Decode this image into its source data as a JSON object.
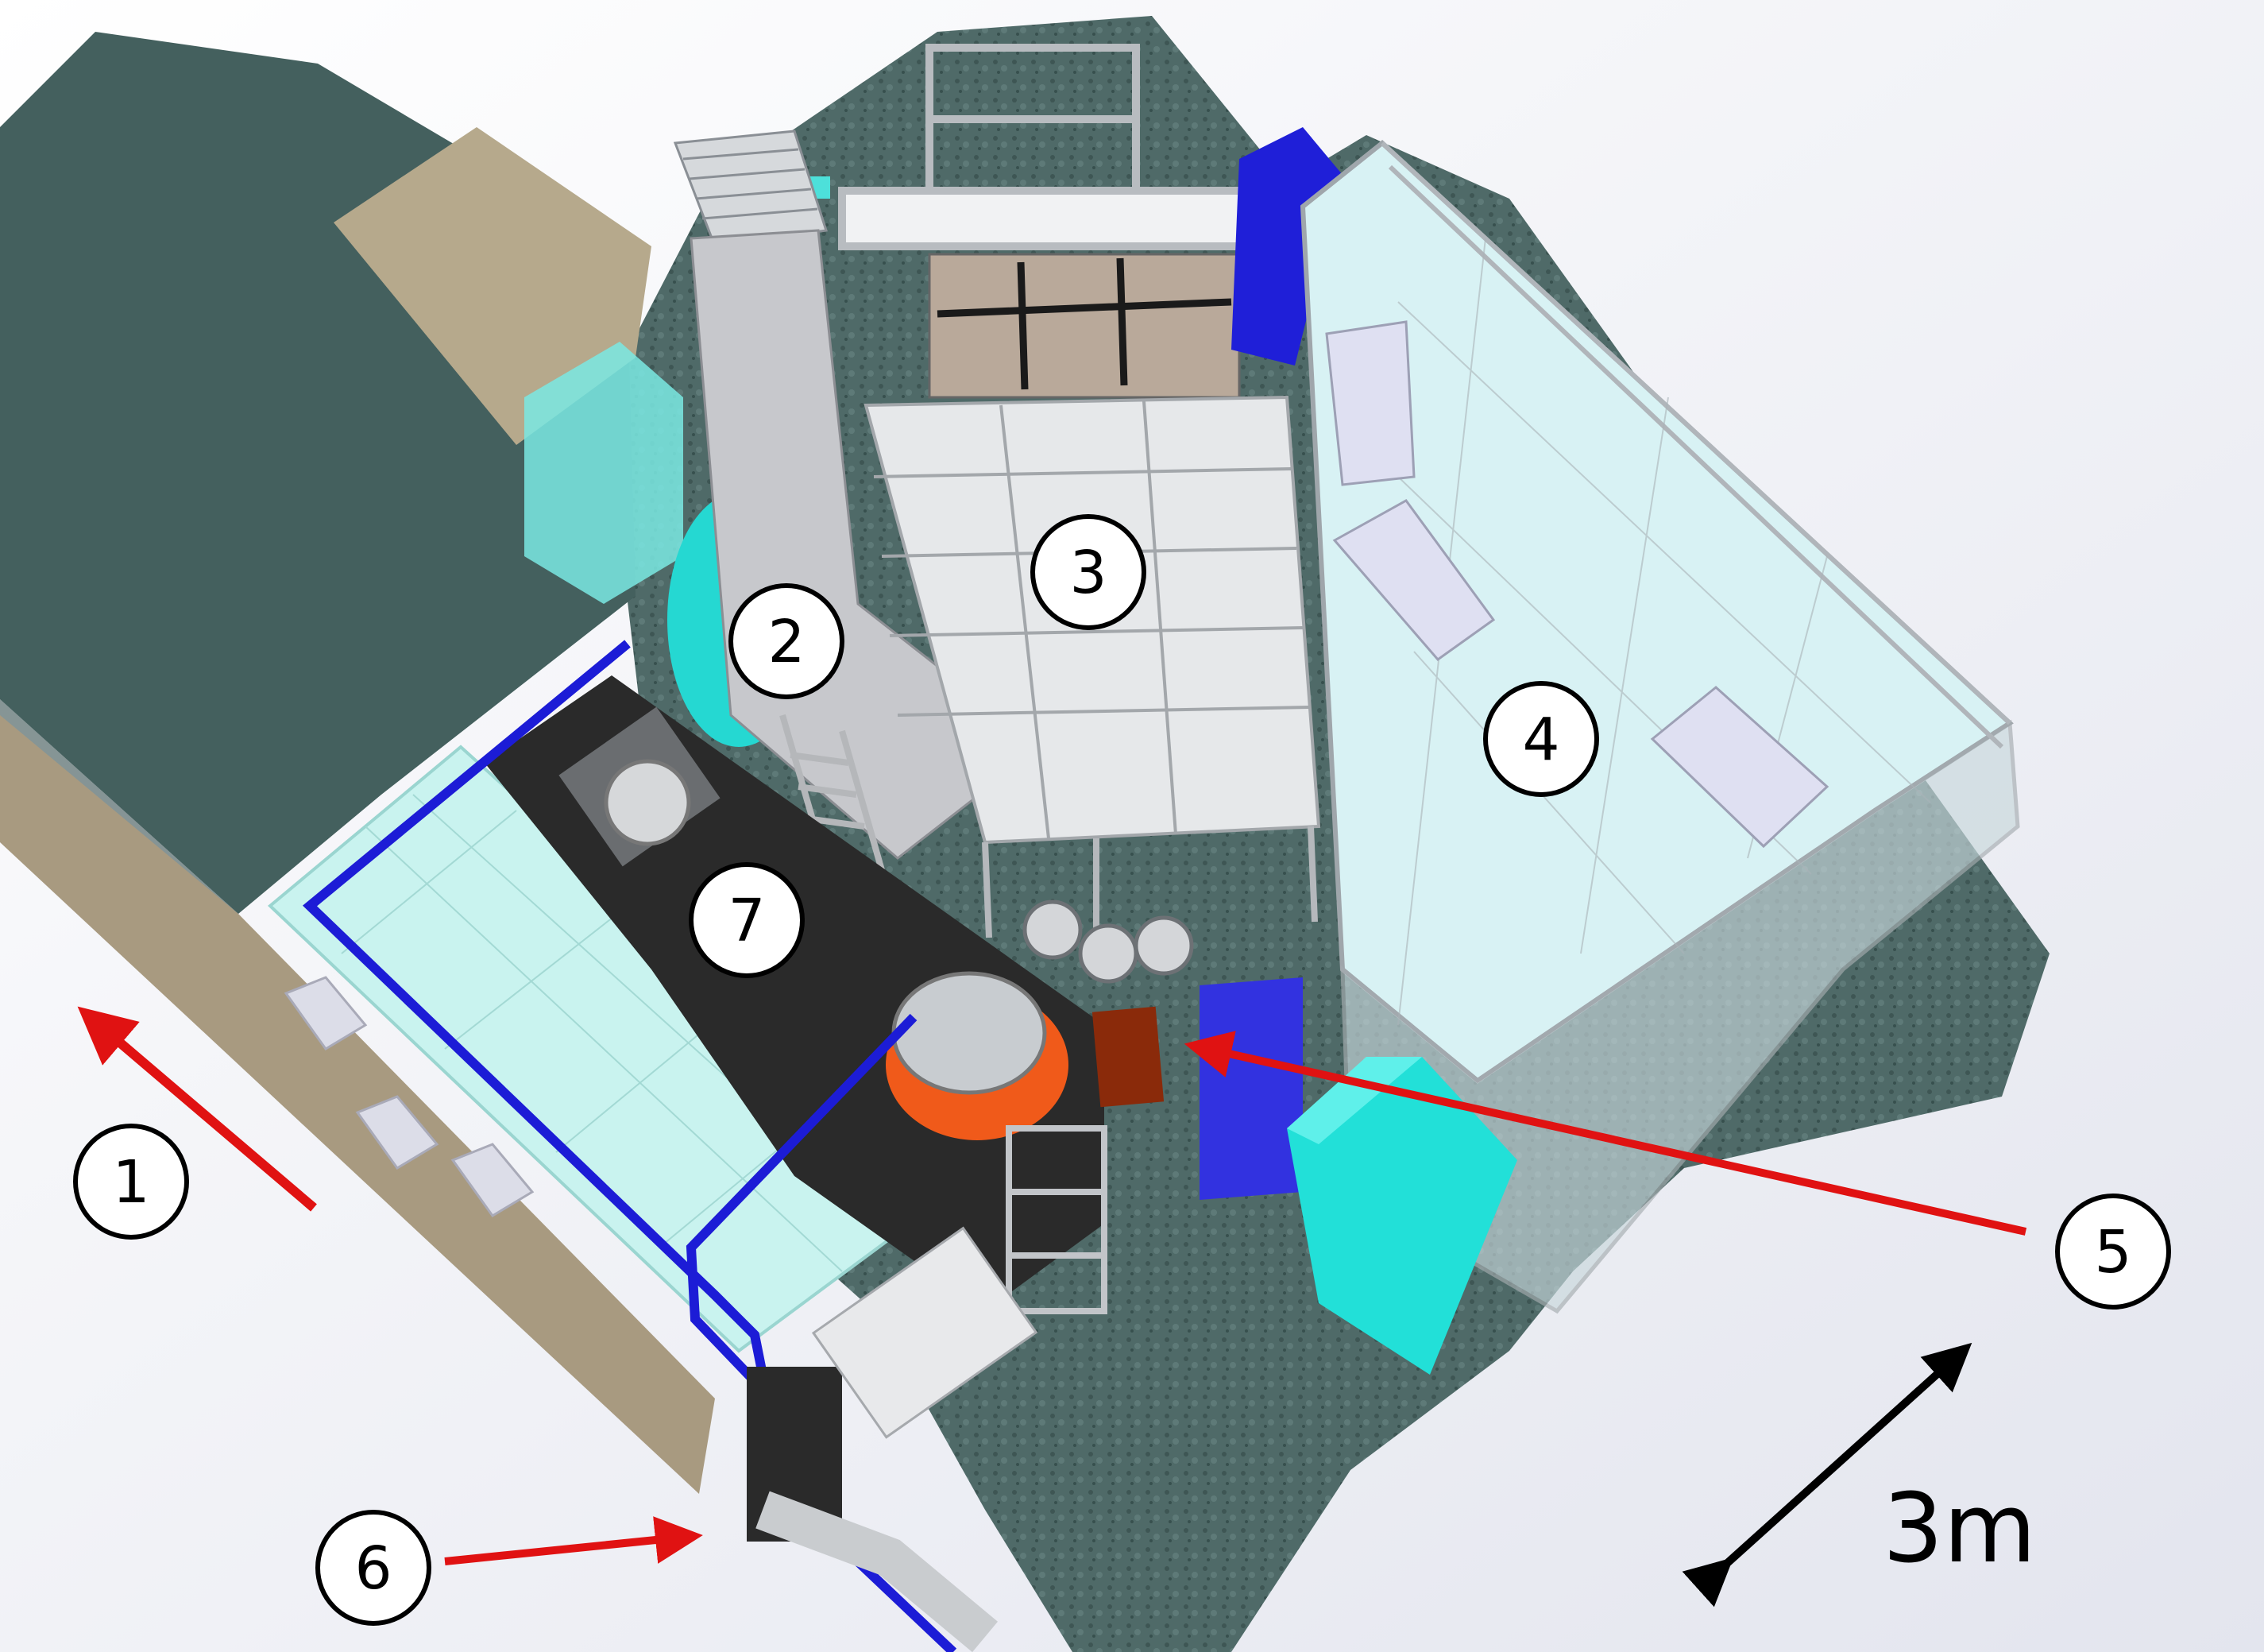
{
  "labels": [
    {
      "id": "1",
      "text": "1"
    },
    {
      "id": "2",
      "text": "2"
    },
    {
      "id": "3",
      "text": "3"
    },
    {
      "id": "4",
      "text": "4"
    },
    {
      "id": "5",
      "text": "5"
    },
    {
      "id": "6",
      "text": "6"
    },
    {
      "id": "7",
      "text": "7"
    }
  ],
  "scale_bar": {
    "text": "3m"
  },
  "colors": {
    "arrow": "#e01212",
    "pipe": "#1c1cd6",
    "floor": "#4a6664",
    "wall": "#a89a80",
    "shield": "#2a2a2a",
    "cyan": "#22e0d8",
    "blue_box": "#3030e0",
    "orange_vessel": "#f05a1a"
  }
}
